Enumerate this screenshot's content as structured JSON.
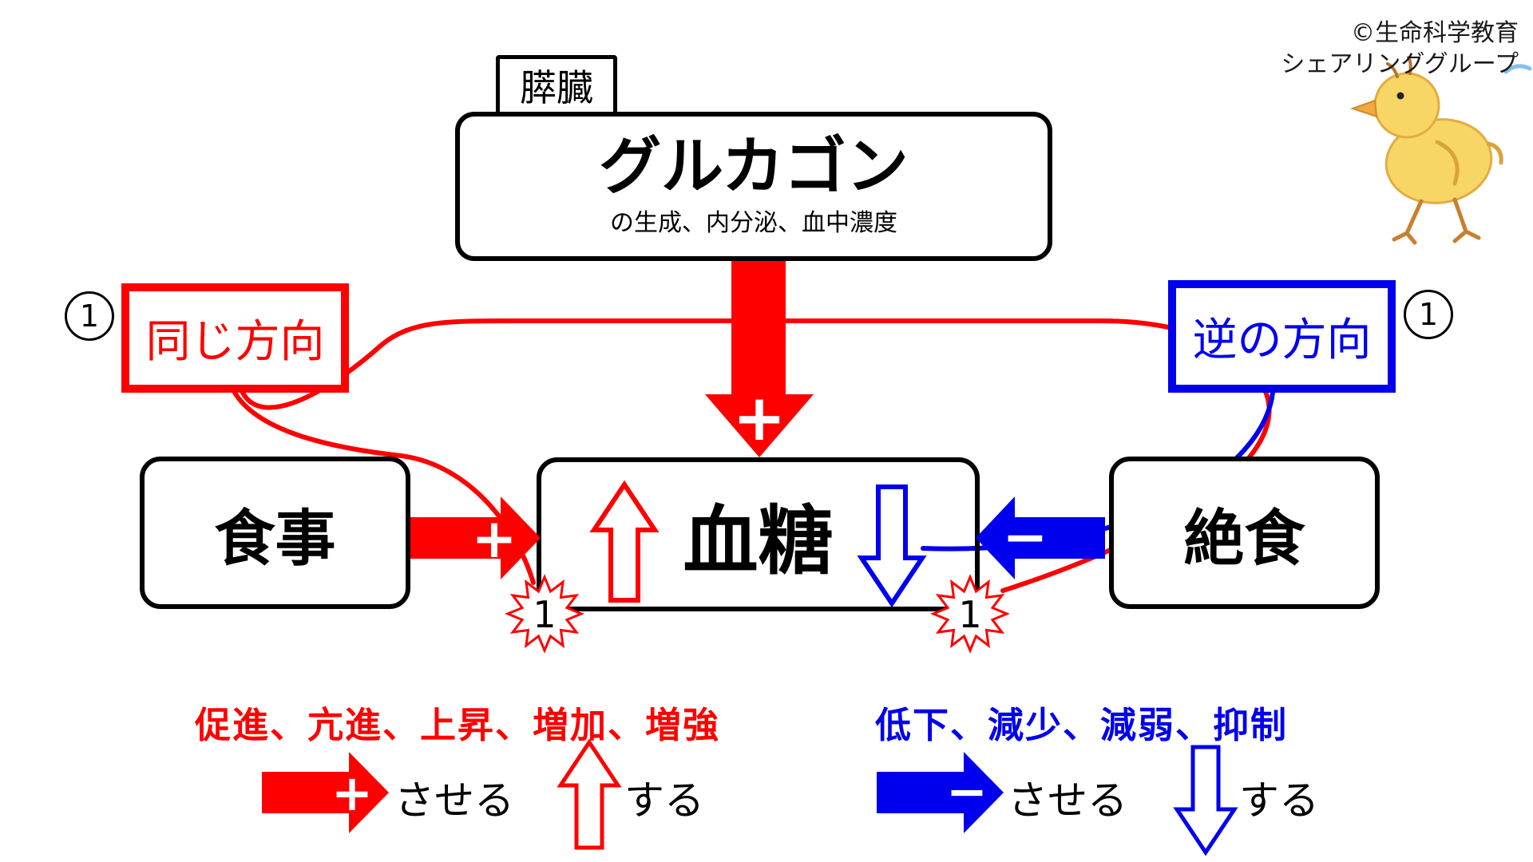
{
  "colors": {
    "red": "#ff0000",
    "blue": "#0000ee",
    "black": "#000000"
  },
  "credit": {
    "line1": "©生命科学教育",
    "line2": "シェアリンググループ"
  },
  "pancreas": {
    "label": "膵臓"
  },
  "glucagon": {
    "title": "グルカゴン",
    "subtitle": "の生成、内分泌、血中濃度"
  },
  "relation_same": {
    "number": "1",
    "label": "同じ方向"
  },
  "relation_opposite": {
    "number": "1",
    "label": "逆の方向"
  },
  "nodes": {
    "meal": "食事",
    "blood_sugar": "血糖",
    "fasting": "絶食"
  },
  "markers": {
    "left": "1",
    "right": "1"
  },
  "signs": {
    "plus": "+",
    "minus": "−"
  },
  "legend": {
    "increase": {
      "terms": "促進、亢進、上昇、増加、増強",
      "saseru": "させる",
      "suru": "する"
    },
    "decrease": {
      "terms": "低下、減少、減弱、抑制",
      "saseru": "させる",
      "suru": "する"
    }
  }
}
